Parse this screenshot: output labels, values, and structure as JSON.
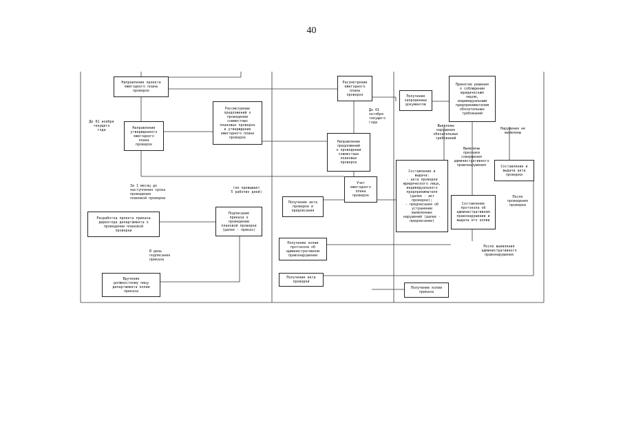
{
  "page_number": "40",
  "boxes": {
    "approve_draft_plan": "Направление проекта\nежегодного плана\nпроверок",
    "send_approved_plan": "Направление\nутвержденного\nежегодного\nплана\nпроверок",
    "consider_proposals": "Рассмотрение\nпредложений о\nпроведении\nсовместных\nплановых проверок\nи утверждение\nежегодного плана\nпроверок",
    "review_draft_plan": "Рассмотрение\nежегодного\nплана\nпроверок",
    "send_proposals": "Направление\nпредложений\nо проведении\nсовместных\nплановых\nпроверок",
    "account_plan": "Учет\nежегодного\nплана\nпроверок",
    "receive_documents": "Получение\nзапрошенных\nдокументов",
    "decision_compliance": "Принятие решения\nо соблюдении\nюридическим\nлицом,\nиндивидуальным\nпредпринимателем\nобязательных\nтребований",
    "draw_act": "Составление и\nвыдача:\n- акта проверки\nюридического лица,\nиндивидуального\nпредпринимателя\n(далее - акт\nпроверки);\n- предписания об\nустранении\nвыявленных\nнарушений (далее -\nпредписание)",
    "draw_protocol": "Составление\nпротокола об\nадминистративном\nправонарушении и\nвыдача его копии",
    "draw_act_right": "Составление и\nвыдача акта\nпроверки",
    "develop_order": "Разработка проекта приказа\nдиректора департамента о\nпроведении плановой\nпроверки",
    "sign_order": "Подписание\nприказа о\nпроведении\nплановой проверки\n(далее - приказ)",
    "deliver_order": "Вручение\nдолжностному лицу\nдепартамента копии\nприказа",
    "receive_act_prescription": "Получение акта\nпроверки и\nпредписания",
    "receive_protocol": "Получение копии\nпротокола об\nадминистративном\nправонарушении",
    "receive_act": "Получение акта\nпроверки",
    "receive_order": "Получение копии\nприказа"
  },
  "notes": {
    "nov1": "До 01 ноября\nтекущего\nгода",
    "oct1": "До 01\nоктября\nтекущего\nгода",
    "month_before": "За 1 месяц до\nнаступления срока\nпроведения\nплановой проверки",
    "five_days": "(не превышает\n5 рабочих дней)",
    "sign_day": "В день\nподписания\nприказа",
    "violations_found": "Выявлены\nнарушения\nобязательных\nтребований",
    "no_violations": "Нарушения не\nвыявлены",
    "admin_signs": "Выявлены\nпризнаки\nсовершения\nадминистративного\nправонарушения",
    "after_check": "После\nпроведения\nпроверки",
    "after_admin": "После выявления\nадминистративного\nправонарушения"
  }
}
